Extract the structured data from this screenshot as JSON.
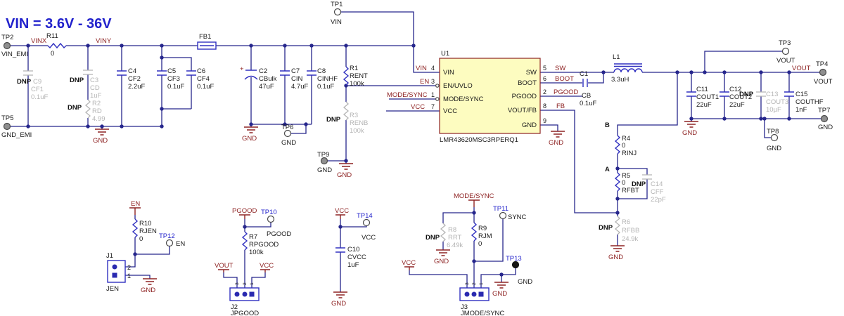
{
  "title": "VIN = 3.6V - 36V",
  "misc": {
    "dnp": "DNP",
    "a": "A",
    "b": "B",
    "plus": "+"
  },
  "nets": {
    "vin": "VIN",
    "vinx": "VINX",
    "viny": "VINY",
    "en": "EN",
    "mode_sync": "MODE/SYNC",
    "vcc": "VCC",
    "sw": "SW",
    "boot": "BOOT",
    "pgood": "PGOOD",
    "fb": "FB",
    "vout": "VOUT",
    "gnd": "GND",
    "sync": "SYNC"
  },
  "ic": {
    "ref": "U1",
    "part": "LMR43620MSC3RPERQ1",
    "pins_left": [
      {
        "num": "4",
        "name": "VIN",
        "net": "VIN"
      },
      {
        "num": "3",
        "name": "EN/UVLO",
        "net": "EN"
      },
      {
        "num": "1",
        "name": "MODE/SYNC",
        "net": "MODE/SYNC"
      },
      {
        "num": "7",
        "name": "VCC",
        "net": "VCC"
      }
    ],
    "pins_right": [
      {
        "num": "5",
        "name": "SW",
        "net": "SW"
      },
      {
        "num": "6",
        "name": "BOOT",
        "net": "BOOT"
      },
      {
        "num": "2",
        "name": "PGOOD",
        "net": "PGOOD"
      },
      {
        "num": "8",
        "name": "VOUT/FB",
        "net": "FB"
      },
      {
        "num": "9",
        "name": "GND"
      }
    ]
  },
  "test_points": {
    "tp1": {
      "ref": "TP1",
      "net": "VIN"
    },
    "tp2": {
      "ref": "TP2",
      "net": "VIN_EMI"
    },
    "tp3": {
      "ref": "TP3",
      "net": "VOUT"
    },
    "tp4": {
      "ref": "TP4",
      "net": "VOUT"
    },
    "tp5": {
      "ref": "TP5",
      "net": "GND_EMI"
    },
    "tp6": {
      "ref": "TP6",
      "net": "GND"
    },
    "tp7": {
      "ref": "TP7",
      "net": "GND"
    },
    "tp8": {
      "ref": "TP8",
      "net": "GND"
    },
    "tp9": {
      "ref": "TP9",
      "net": "GND"
    },
    "tp10": {
      "ref": "TP10",
      "net": "PGOOD"
    },
    "tp11": {
      "ref": "TP11",
      "net": "SYNC"
    },
    "tp12": {
      "ref": "TP12",
      "net": "EN"
    },
    "tp13": {
      "ref": "TP13",
      "net": "GND"
    },
    "tp14": {
      "ref": "TP14",
      "net": "VCC"
    }
  },
  "components": {
    "r11": {
      "ref": "R11",
      "value": "0"
    },
    "c9": {
      "ref": "C9",
      "name": "CF1",
      "value": "0.1uF"
    },
    "c3": {
      "ref": "C3",
      "name": "CD",
      "value": "1uF"
    },
    "r2": {
      "ref": "R2",
      "name": "RD",
      "value": "4.99"
    },
    "c4": {
      "ref": "C4",
      "name": "CF2",
      "value": "2.2uF"
    },
    "c5": {
      "ref": "C5",
      "name": "CF3",
      "value": "0.1uF"
    },
    "c6": {
      "ref": "C6",
      "name": "CF4",
      "value": "0.1uF"
    },
    "fb1": {
      "ref": "FB1"
    },
    "c2": {
      "ref": "C2",
      "name": "CBulk",
      "value": "47uF"
    },
    "c7": {
      "ref": "C7",
      "name": "CIN",
      "value": "4.7uF"
    },
    "c8": {
      "ref": "C8",
      "name": "CINHF",
      "value": "0.1uF"
    },
    "r1": {
      "ref": "R1",
      "name": "RENT",
      "value": "100k"
    },
    "r3": {
      "ref": "R3",
      "name": "RENB",
      "value": "100k"
    },
    "l1": {
      "ref": "L1",
      "value": "3.3uH"
    },
    "c1": {
      "ref": "C1",
      "name": "CB",
      "value": "0.1uF"
    },
    "c11": {
      "ref": "C11",
      "name": "COUT1",
      "value": "22uF"
    },
    "c12": {
      "ref": "C12",
      "name": "COUT2",
      "value": "22uF"
    },
    "c13": {
      "ref": "C13",
      "name": "COUT3",
      "value": "10µF"
    },
    "c15": {
      "ref": "C15",
      "name": "COUTHF",
      "value": "1nF"
    },
    "r4": {
      "ref": "R4",
      "value": "0",
      "name": "RINJ"
    },
    "r5": {
      "ref": "R5",
      "value": "0",
      "name": "RFBT"
    },
    "c14": {
      "ref": "C14",
      "name": "CFF",
      "value": "22pF"
    },
    "r6": {
      "ref": "R6",
      "name": "RFBB",
      "value": "24.9k"
    },
    "r10": {
      "ref": "R10",
      "name": "RJEN",
      "value": "0"
    },
    "r7": {
      "ref": "R7",
      "name": "RPGOOD",
      "value": "100k"
    },
    "c10": {
      "ref": "C10",
      "name": "CVCC",
      "value": "1uF"
    },
    "r8": {
      "ref": "R8",
      "name": "RRT",
      "value": "6.49k"
    },
    "r9": {
      "ref": "R9",
      "name": "RJM",
      "value": "0"
    }
  },
  "connectors": {
    "j1": {
      "ref": "J1",
      "name": "JEN",
      "pin2": "2",
      "pin1": "1"
    },
    "j2": {
      "ref": "J2",
      "name": "JPGOOD",
      "pin3": "3",
      "pin2": "2",
      "pin1": "1"
    },
    "j3": {
      "ref": "J3",
      "name": "JMODE/SYNC",
      "pin3": "3",
      "pin2": "2",
      "pin1": "1"
    }
  },
  "colors": {
    "wire": "#26268c",
    "component": "#3030c0",
    "net_label": "#8e2323",
    "ic_fill": "#fdfcc0",
    "dnp_gray": "#b5b5b5",
    "title_blue": "#2222cc"
  }
}
